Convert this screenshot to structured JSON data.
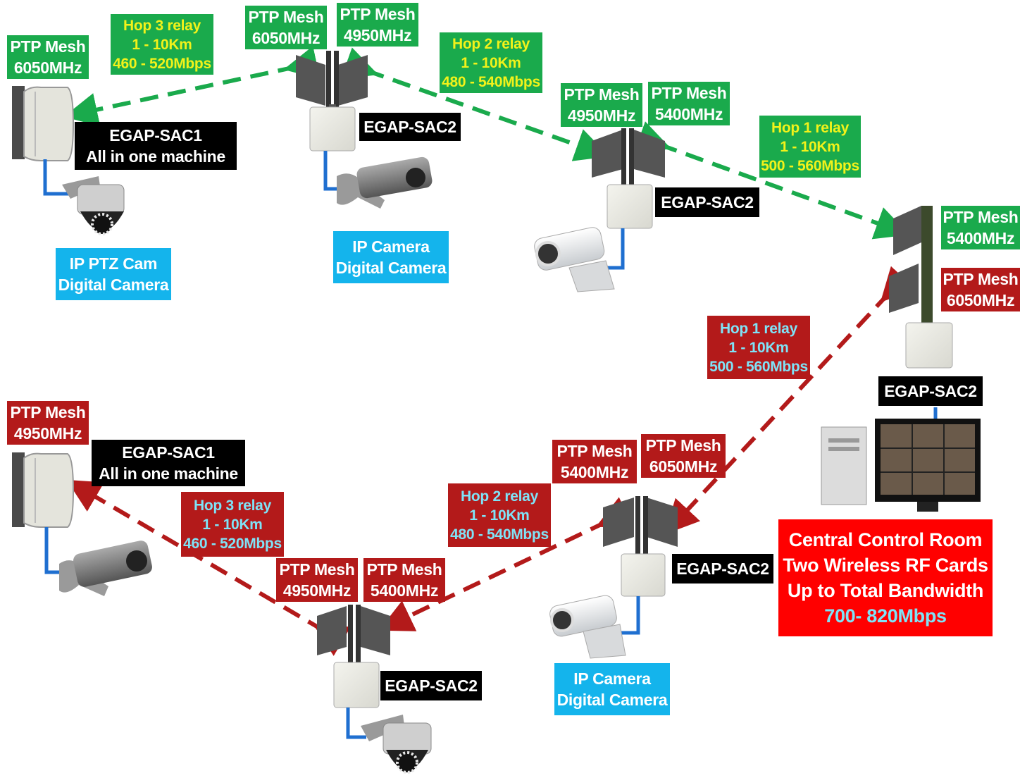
{
  "colors": {
    "green_link": "#1aaa4c",
    "red_link": "#b31a1a",
    "label_green": "#1aaa4c",
    "label_red": "#b31a1a",
    "label_black": "#000000",
    "label_blue": "#14b4ec",
    "control_room": "#ff0000",
    "relay_text_green": "#f2f21a",
    "relay_text_red": "#7fe3f7"
  },
  "icons": [
    "sector-antenna-icon",
    "radio-box-icon",
    "ptz-camera-icon",
    "bullet-camera-icon",
    "box-camera-icon",
    "computer-monitor-icon"
  ],
  "green_route": {
    "sac1": {
      "ptp": [
        "PTP Mesh",
        "6050MHz"
      ],
      "name": [
        "EGAP-SAC1",
        "All in one machine"
      ],
      "camera": [
        "IP PTZ Cam",
        "Digital Camera"
      ]
    },
    "hop3": [
      "Hop 3 relay",
      "1 - 10Km",
      "460 - 520Mbps"
    ],
    "relay_a": {
      "ptp_left": [
        "PTP Mesh",
        "6050MHz"
      ],
      "ptp_right": [
        "PTP Mesh",
        "4950MHz"
      ],
      "name": "EGAP-SAC2",
      "camera": [
        "IP Camera",
        "Digital Camera"
      ]
    },
    "hop2": [
      "Hop 2 relay",
      "1 - 10Km",
      "480 - 540Mbps"
    ],
    "relay_b": {
      "ptp_left": [
        "PTP Mesh",
        "4950MHz"
      ],
      "ptp_right": [
        "PTP Mesh",
        "5400MHz"
      ],
      "name": "EGAP-SAC2"
    },
    "hop1": [
      "Hop 1 relay",
      "1 - 10Km",
      "500 - 560Mbps"
    ]
  },
  "central": {
    "ptp_top": [
      "PTP Mesh",
      "5400MHz"
    ],
    "ptp_bottom": [
      "PTP Mesh",
      "6050MHz"
    ],
    "name": "EGAP-SAC2",
    "control_room": [
      "Central Control Room",
      "Two Wireless RF Cards",
      "Up to Total Bandwidth"
    ],
    "bandwidth": "700- 820Mbps"
  },
  "red_route": {
    "hop1": [
      "Hop 1 relay",
      "1 - 10Km",
      "500 - 560Mbps"
    ],
    "relay_c": {
      "ptp_left": [
        "PTP Mesh",
        "5400MHz"
      ],
      "ptp_right": [
        "PTP Mesh",
        "6050MHz"
      ],
      "name": "EGAP-SAC2",
      "camera": [
        "IP Camera",
        "Digital Camera"
      ]
    },
    "hop2": [
      "Hop 2 relay",
      "1 - 10Km",
      "480 - 540Mbps"
    ],
    "relay_d": {
      "ptp_left": [
        "PTP Mesh",
        "4950MHz"
      ],
      "ptp_right": [
        "PTP Mesh",
        "5400MHz"
      ],
      "name": "EGAP-SAC2"
    },
    "hop3": [
      "Hop 3 relay",
      "1 - 10Km",
      "460 - 520Mbps"
    ],
    "sac1": {
      "ptp": [
        "PTP Mesh",
        "4950MHz"
      ],
      "name": [
        "EGAP-SAC1",
        "All in one machine"
      ]
    }
  }
}
